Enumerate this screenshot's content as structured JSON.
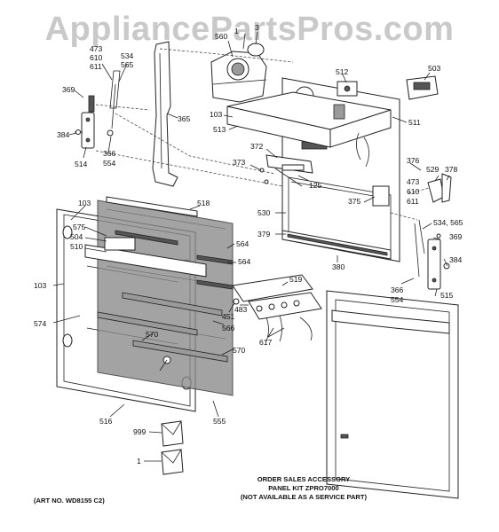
{
  "watermark": "AppliancePartsPros.com",
  "art_number": "(ART NO. WD8155 C2)",
  "note": {
    "line1": "ORDER SALES ACCESSORY",
    "line2": "PANEL KIT ZPRO7000",
    "line3": "(NOT AVAILABLE AS A SERVICE PART)"
  },
  "labels": {
    "p473a": "473",
    "p610a": "610",
    "p611a": "611",
    "p534a": "534",
    "p565a": "565",
    "p560": "560",
    "p1": "1",
    "p3": "3",
    "p512": "512",
    "p503": "503",
    "p369a": "369",
    "p384a": "384",
    "p514": "514",
    "p366a": "366",
    "p554a": "554",
    "p365": "365",
    "p103a": "103",
    "p513": "513",
    "p511": "511",
    "p372": "372",
    "p373": "373",
    "p125": "125",
    "p376": "376",
    "p473b": "473",
    "p610b": "610",
    "p611b": "611",
    "p529": "529",
    "p378": "378",
    "p375": "375",
    "p534b": "534, 565",
    "p103b": "103",
    "p518": "518",
    "p575": "575",
    "p504": "504",
    "p510": "510",
    "p530": "530",
    "p379": "379",
    "p369b": "369",
    "p564a": "564",
    "p564b": "564",
    "p380": "380",
    "p384b": "384",
    "p103c": "103",
    "p519": "519",
    "p515": "515",
    "p366b": "366",
    "p554b": "554",
    "p451": "451",
    "p483": "483",
    "p574": "574",
    "p566": "566",
    "p617": "617",
    "p570a": "570",
    "p570b": "570",
    "p516": "516",
    "p555": "555",
    "p999": "999",
    "p1b": "1"
  }
}
